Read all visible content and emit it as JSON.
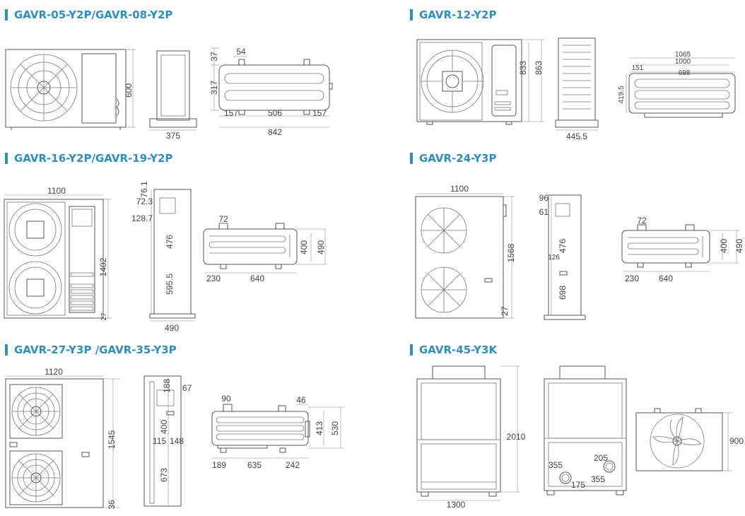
{
  "titles": {
    "s1": "GAVR-05-Y2P/GAVR-08-Y2P",
    "s2": "GAVR-12-Y2P",
    "s3": "GAVR-16-Y2P/GAVR-19-Y2P",
    "s4": "GAVR-24-Y3P",
    "s5": "GAVR-27-Y3P /GAVR-35-Y3P",
    "s6": "GAVR-45-Y3K"
  },
  "s1": {
    "height": "600",
    "depth": "375",
    "top_h": "37",
    "bracket_w": "54",
    "body_h": "317",
    "left_off": "157",
    "center": "506",
    "right_off": "157",
    "total": "842"
  },
  "s2": {
    "inner_h": "833",
    "outer_h": "863",
    "depth": "445.5",
    "w_outer": "1065",
    "w_mid": "1000",
    "left_off": "151",
    "center": "698",
    "foot_h": "419.5"
  },
  "s3": {
    "width": "1100",
    "top1": "76.1",
    "top2": "72.3",
    "off": "128.7",
    "mid": "476",
    "low": "595.5",
    "height": "1402",
    "foot": "27",
    "depth": "490",
    "bracket": "72",
    "foot_d1": "400",
    "foot_d2": "490",
    "left_off": "230",
    "center": "640"
  },
  "s4": {
    "width": "1100",
    "top1": "96",
    "top2": "61",
    "mid": "476",
    "small": "126",
    "low": "698",
    "height": "1568",
    "foot": "27",
    "bracket": "72",
    "foot_d1": "400",
    "foot_d2": "490",
    "left_off": "230",
    "center": "640"
  },
  "s5": {
    "width": "1120",
    "height": "1545",
    "foot": "36",
    "top": "188",
    "side": "67",
    "mid": "400",
    "off1": "115",
    "off2": "148",
    "low": "673",
    "bracket": "90",
    "bracket2": "46",
    "foot_d1": "413",
    "foot_d2": "530",
    "left_off": "189",
    "center": "635",
    "right_off": "242"
  },
  "s6": {
    "height": "2010",
    "width": "1300",
    "d1": "355",
    "d2": "205",
    "d3": "175",
    "d4": "355",
    "top_depth": "900"
  }
}
